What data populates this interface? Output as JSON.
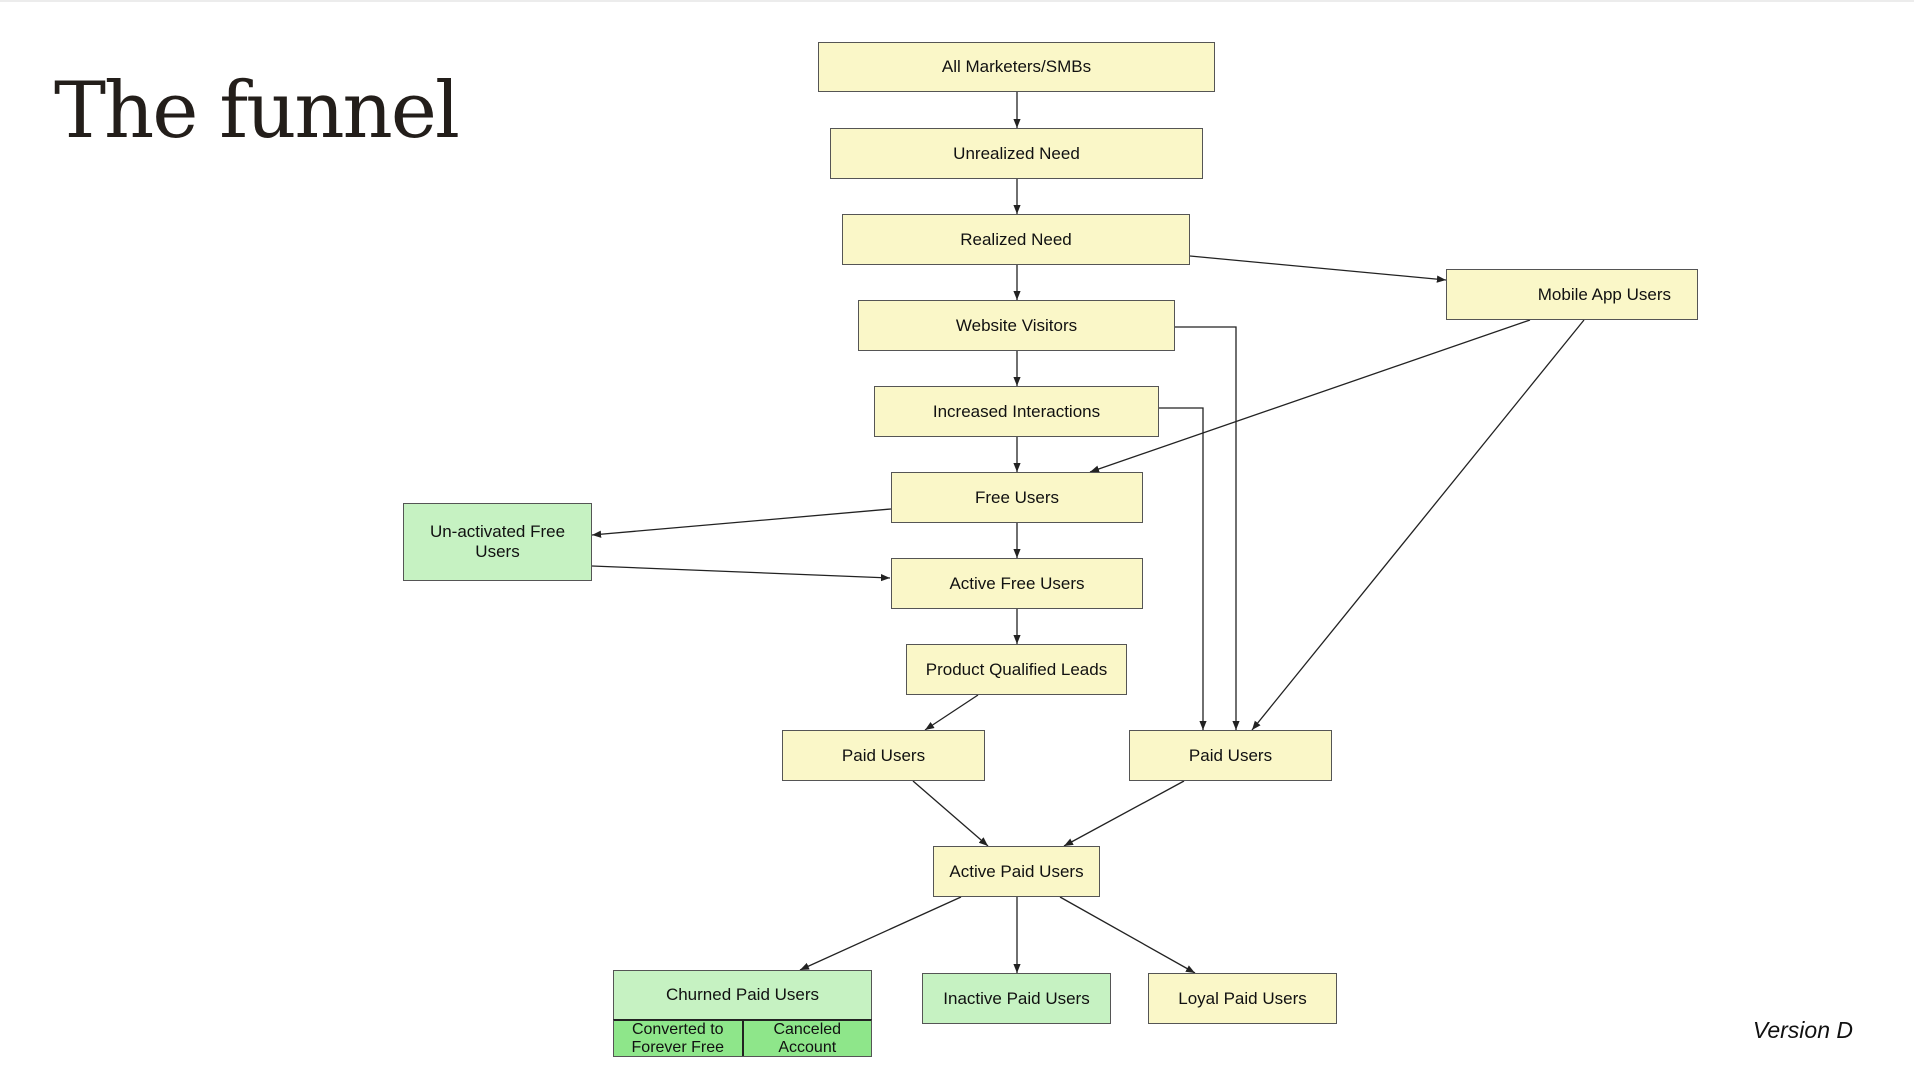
{
  "slide": {
    "title": "The funnel",
    "version": "Version D"
  },
  "nodes": {
    "all_marketers": "All Marketers/SMBs",
    "unrealized_need": "Unrealized Need",
    "realized_need": "Realized Need",
    "website_visitors": "Website Visitors",
    "increased_interactions": "Increased Interactions",
    "free_users": "Free Users",
    "active_free_users": "Active Free Users",
    "product_qualified_leads": "Product Qualified Leads",
    "paid_users_left": "Paid Users",
    "paid_users_right": "Paid Users",
    "active_paid_users": "Active Paid Users",
    "churned_paid_users": "Churned Paid Users",
    "converted_forever_free": "Converted to Forever Free",
    "canceled_account": "Canceled Account",
    "inactive_paid_users": "Inactive Paid Users",
    "loyal_paid_users": "Loyal Paid Users",
    "mobile_app_users": "Mobile App Users",
    "unactivated_free_users": "Un-activated Free Users"
  },
  "colors": {
    "funnel_stage": "#faf7c8",
    "side_stage": "#c6f2c2",
    "churn_detail": "#8ee68a",
    "edge": "#222222"
  }
}
